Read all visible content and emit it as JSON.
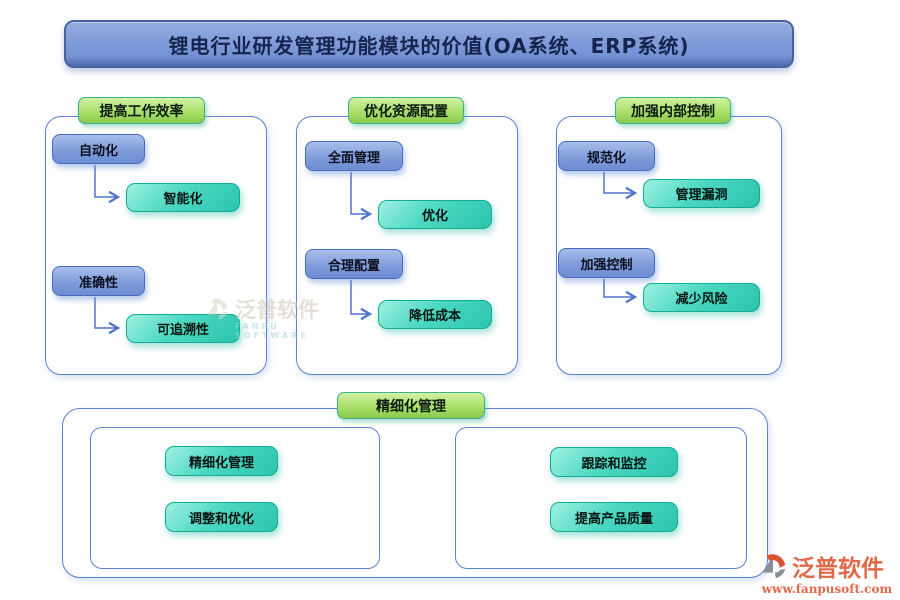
{
  "title": {
    "text": "锂电行业研发管理功能模块的价值(OA系统、ERP系统)"
  },
  "groups": [
    {
      "header": "提高工作效率",
      "pairs": [
        {
          "source": "自动化",
          "target": "智能化"
        },
        {
          "source": "准确性",
          "target": "可追溯性"
        }
      ]
    },
    {
      "header": "优化资源配置",
      "pairs": [
        {
          "source": "全面管理",
          "target": "优化"
        },
        {
          "source": "合理配置",
          "target": "降低成本"
        }
      ]
    },
    {
      "header": "加强内部控制",
      "pairs": [
        {
          "source": "规范化",
          "target": "管理漏洞"
        },
        {
          "source": "加强控制",
          "target": "减少风险"
        }
      ]
    }
  ],
  "bottom": {
    "header": "精细化管理",
    "left_items": [
      "精细化管理",
      "调整和优化"
    ],
    "right_items": [
      "跟踪和监控",
      "提高产品质量"
    ]
  },
  "watermarks": {
    "center": {
      "brand": "泛普软件",
      "subtitle": "FANPU SOFTWARE"
    },
    "corner": {
      "brand": "泛普软件",
      "url": "www.fanpusoft.com"
    }
  },
  "colors": {
    "banner_blue": "#7e99d8",
    "banner_text": "#16244e",
    "node_blue": "#7d9ad9",
    "node_blue_border": "#4a6cc0",
    "node_teal": "#3ecdb7",
    "node_teal_border": "#12ab96",
    "pill_green": "#a6dd66",
    "pill_border": "#35b58c",
    "container_border": "#5b82d6",
    "arrow_blue": "#4f74cc",
    "logo_orange": "#d8532f",
    "logo_gray": "#8a8f9a"
  }
}
